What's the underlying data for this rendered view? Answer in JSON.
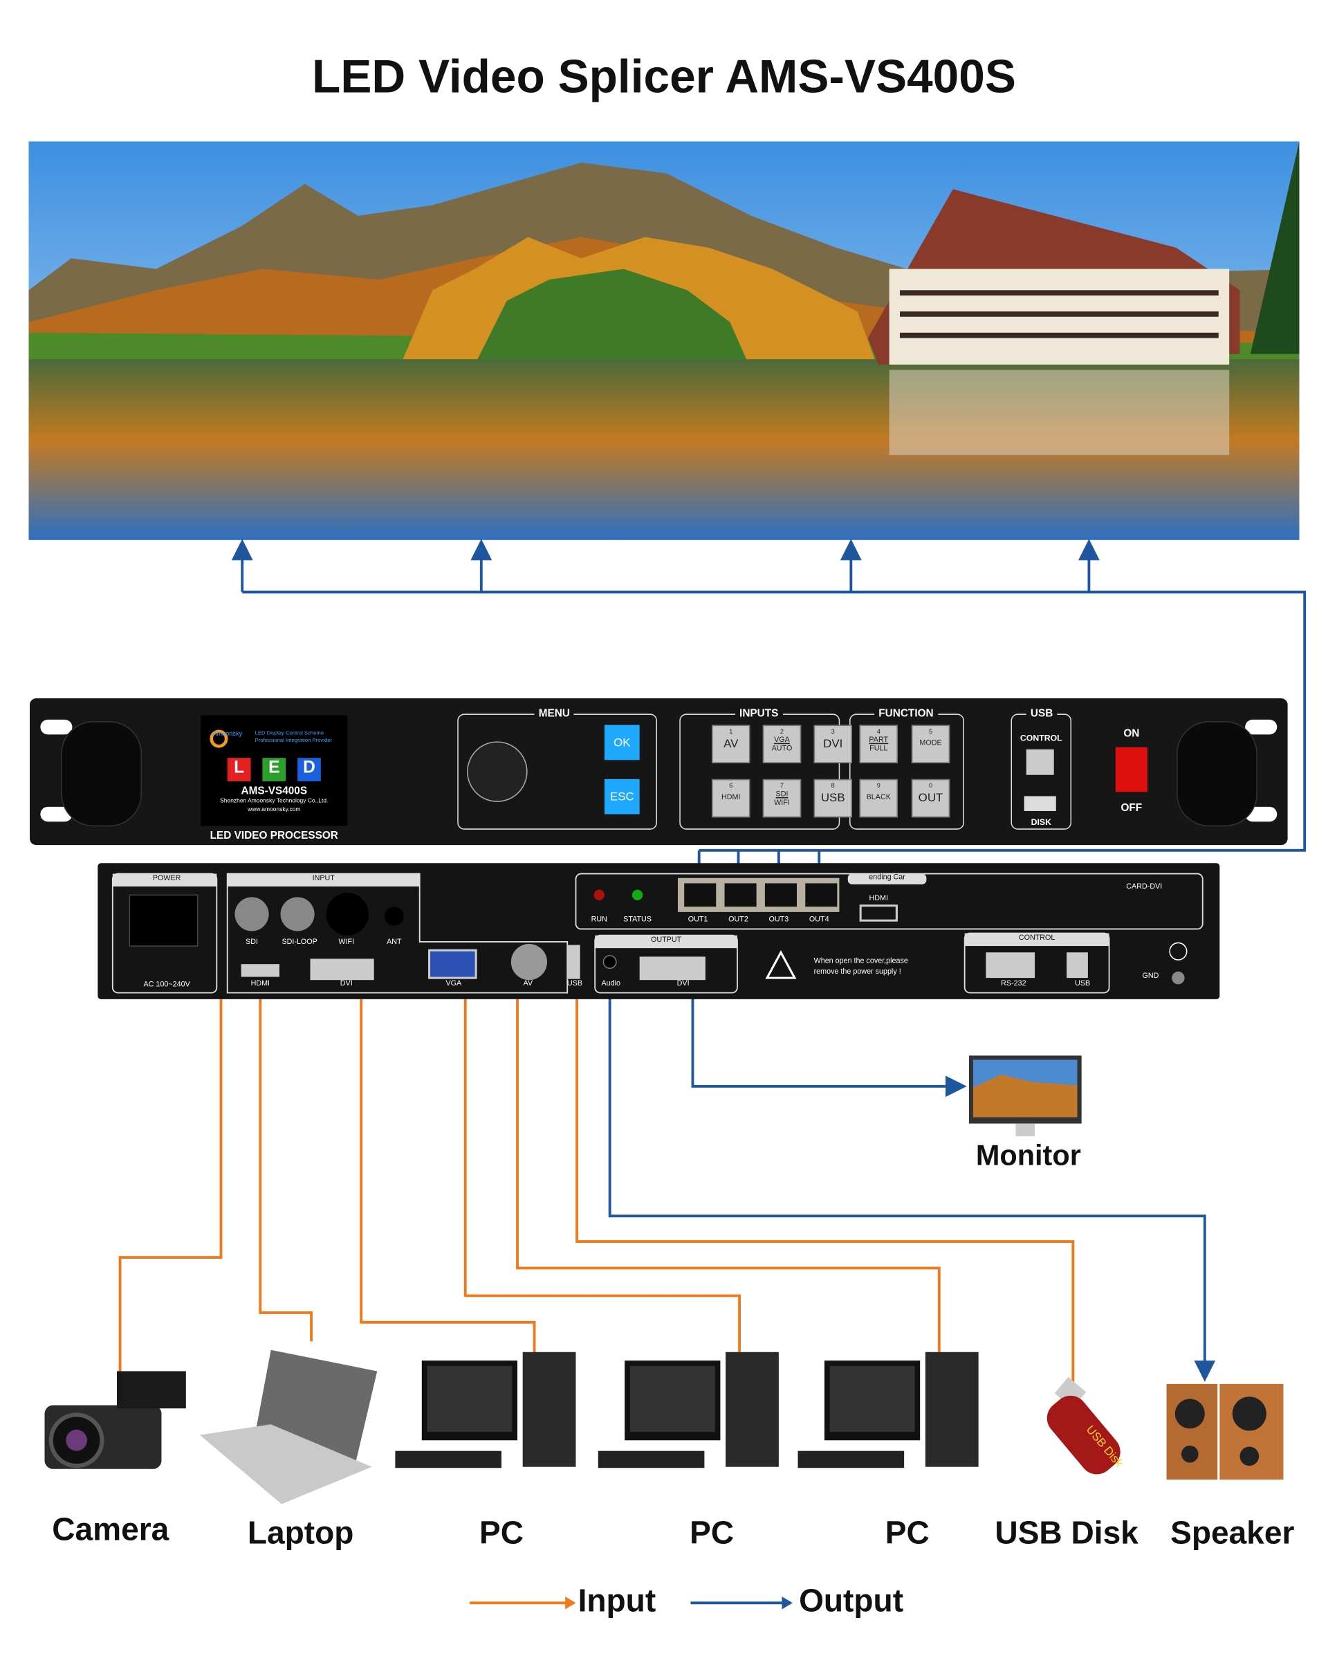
{
  "title": "LED Video Splicer AMS-VS400S",
  "colors": {
    "input_line": "#f07a1a",
    "output_line": "#1f56a0",
    "panel": "#141414",
    "key_glow": "#1ea8ff",
    "power_switch": "#e01010"
  },
  "front_panel": {
    "logo_brand": "Amoonsky",
    "logo_tagline_1": "LED Display Control Scheme",
    "logo_tagline_2": "Professional Integration Provider",
    "led_letters": [
      "L",
      "E",
      "D"
    ],
    "model": "AMS-VS400S",
    "company": "Shenzhen Amoonsky Technology Co.,Ltd.",
    "website": "www.amoonsky.com",
    "product_label": "LED VIDEO PROCESSOR",
    "menu": {
      "label": "MENU",
      "ok": "OK",
      "esc": "ESC"
    },
    "inputs": {
      "label": "INPUTS",
      "keys": [
        {
          "num": "1",
          "name": "AV"
        },
        {
          "num": "2",
          "name": "VGA",
          "sub": "AUTO"
        },
        {
          "num": "3",
          "name": "DVI"
        },
        {
          "num": "6",
          "name": "HDMI"
        },
        {
          "num": "7",
          "name": "SDI",
          "sub": "WIFI"
        },
        {
          "num": "8",
          "name": "USB"
        }
      ]
    },
    "function": {
      "label": "FUNCTION",
      "keys": [
        {
          "num": "4",
          "name": "PART",
          "sub": "FULL"
        },
        {
          "num": "5",
          "name": "MODE"
        },
        {
          "num": "9",
          "name": "BLACK"
        },
        {
          "num": "0",
          "name": "OUT"
        }
      ]
    },
    "usb": {
      "label": "USB",
      "control": "CONTROL",
      "disk": "DISK"
    },
    "power": {
      "on": "ON",
      "off": "OFF"
    }
  },
  "back_panel": {
    "power": {
      "label": "POWER",
      "voltage": "AC 100~240V"
    },
    "input": {
      "label": "INPUT",
      "ports": [
        "SDI",
        "SDI-LOOP",
        "WIFI",
        "ANT",
        "HDMI",
        "DVI",
        "VGA",
        "AV",
        "USB"
      ]
    },
    "sending_card": {
      "label": "ending Car",
      "leds": [
        "RUN",
        "STATUS"
      ],
      "outputs": [
        "OUT1",
        "OUT2",
        "OUT3",
        "OUT4"
      ],
      "hdmi": "HDMI",
      "card_dvi": "CARD-DVI"
    },
    "output": {
      "label": "OUTPUT",
      "ports": [
        "Audio",
        "DVI"
      ]
    },
    "warning": [
      "When open the cover,please",
      "remove the power supply !"
    ],
    "control": {
      "label": "CONTROL",
      "ports": [
        "RS-232",
        "USB"
      ]
    },
    "gnd": "GND"
  },
  "monitor_label": "Monitor",
  "devices": [
    "Camera",
    "Laptop",
    "PC",
    "PC",
    "PC",
    "USB Disk",
    "Speaker"
  ],
  "usb_disk_print": "USB Disk",
  "legend": {
    "input": "Input",
    "output": "Output"
  }
}
